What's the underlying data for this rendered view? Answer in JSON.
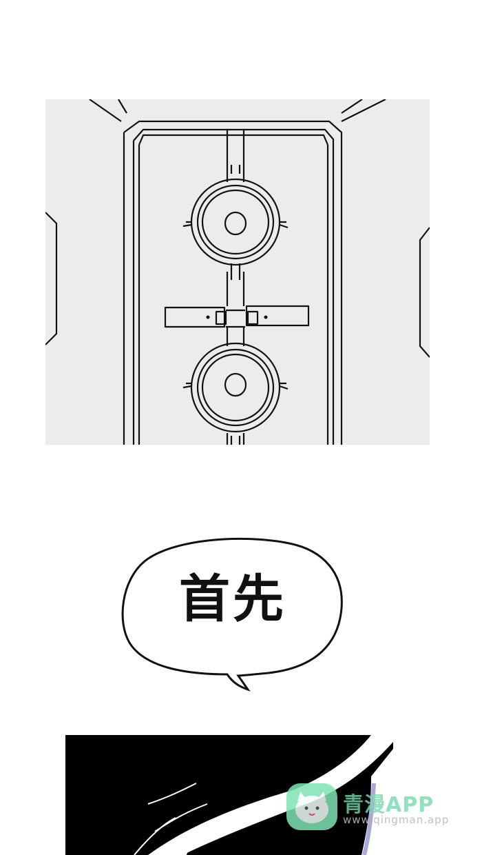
{
  "speech_bubble": {
    "text": "首先"
  },
  "watermark": {
    "title": "青漫APP",
    "url": "www.qingman.app",
    "accent_color": "#7fe3b4"
  },
  "panels": [
    {
      "id": "vault-door-panel",
      "background": "#ececec"
    },
    {
      "id": "dark-closeup-panel",
      "background": "#000000"
    }
  ]
}
